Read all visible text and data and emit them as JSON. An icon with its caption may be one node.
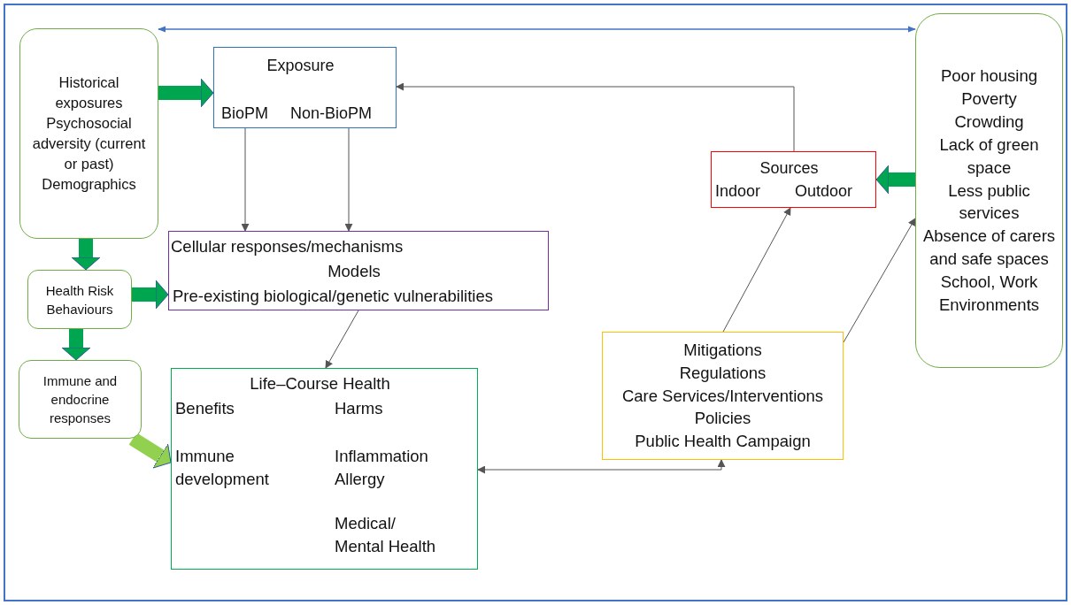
{
  "diagram": {
    "nodes": [
      {
        "text": [
          "Historical exposures",
          "Psychosocial adversity (current or past)",
          "Demographics"
        ]
      },
      {
        "text": [
          "Exposure",
          "BioPM",
          "Non-BioPM"
        ]
      },
      {
        "text": [
          "Poor housing",
          "Poverty",
          "Crowding",
          "Lack of green space",
          "Less public services",
          "Absence of carers and safe spaces",
          "School, Work Environments"
        ]
      },
      {
        "text": [
          "Sources",
          "Indoor",
          "Outdoor"
        ]
      },
      {
        "text": [
          "Health Risk Behaviours"
        ]
      },
      {
        "text": [
          "Cellular responses/mechanisms",
          "Models",
          "Pre-existing biological/genetic vulnerabilities"
        ]
      },
      {
        "text": [
          "Mitigations",
          "Regulations",
          "Care Services/Interventions",
          "Policies",
          "Public Health Campaign"
        ]
      },
      {
        "text": [
          "Immune and endocrine responses"
        ]
      },
      {
        "text": [
          "Life–Course Health",
          "Benefits",
          "Harms",
          "Immune development",
          "Inflammation Allergy",
          "Medical/ Mental Health"
        ]
      }
    ],
    "edges": [
      {
        "from": 0,
        "to": 1,
        "arrow": "to",
        "style": "thick"
      },
      {
        "from": 0,
        "to": 4,
        "arrow": "to",
        "style": "thick"
      },
      {
        "from": 4,
        "to": 5,
        "arrow": "to",
        "style": "thick"
      },
      {
        "from": 4,
        "to": 7,
        "arrow": "to",
        "style": "thick"
      },
      {
        "from": 7,
        "to": 8,
        "arrow": "to",
        "style": "thick",
        "color": "#92d050"
      },
      {
        "from": 2,
        "to": 3,
        "arrow": "to",
        "style": "thick"
      },
      {
        "from": 1,
        "to": 5,
        "arrow": "to"
      },
      {
        "from": 1,
        "to": 5,
        "arrow": "to"
      },
      {
        "from": 3,
        "to": 1,
        "arrow": "to"
      },
      {
        "from": 5,
        "to": 8,
        "arrow": "to"
      },
      {
        "from": 6,
        "to": 3,
        "arrow": "to"
      },
      {
        "from": 6,
        "to": 2,
        "arrow": "to"
      },
      {
        "from": 8,
        "to": 6,
        "arrow": "both"
      },
      {
        "from": 0,
        "to": 2,
        "arrow": "both",
        "color": "#4472c4"
      }
    ]
  }
}
